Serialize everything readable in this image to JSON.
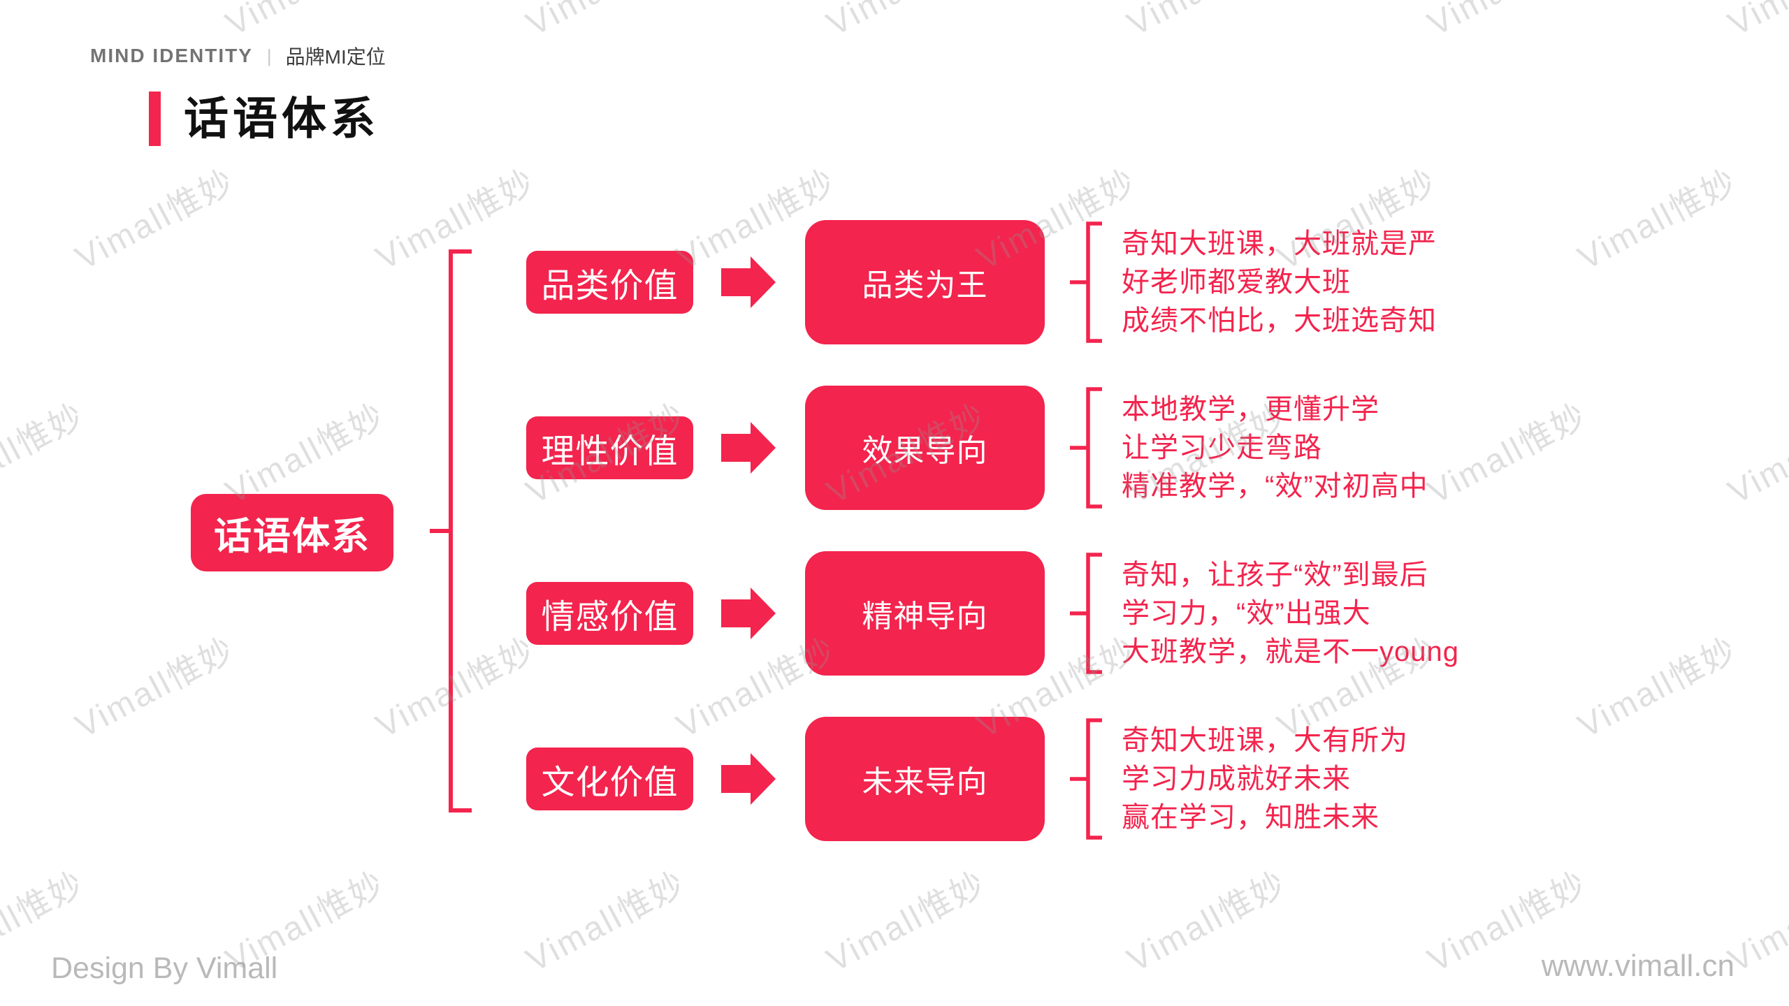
{
  "accent_color": "#F3244D",
  "header": {
    "eyebrow_en": "MIND IDENTITY",
    "divider": "|",
    "eyebrow_cn": "品牌MI定位"
  },
  "title": {
    "text": "话语体系"
  },
  "root": {
    "label": "话语体系"
  },
  "rows": [
    {
      "small_label": "品类价值",
      "big_label": "品类为王",
      "lines": [
        "奇知大班课，大班就是严",
        "好老师都爱教大班",
        "成绩不怕比，大班选奇知"
      ]
    },
    {
      "small_label": "理性价值",
      "big_label": "效果导向",
      "lines": [
        "本地教学，更懂升学",
        "让学习少走弯路",
        "精准教学，“效”对初高中"
      ]
    },
    {
      "small_label": "情感价值",
      "big_label": "精神导向",
      "lines": [
        "奇知，让孩子“效”到最后",
        "学习力，“效”出强大",
        "大班教学，就是不一young"
      ]
    },
    {
      "small_label": "文化价值",
      "big_label": "未来导向",
      "lines": [
        "奇知大班课，大有所为",
        "学习力成就好未来",
        "赢在学习，知胜未来"
      ]
    }
  ],
  "footer": {
    "credit": "Design By Vimall",
    "url": "www.vimall.cn"
  },
  "watermark": {
    "text": "Vimall惟妙"
  }
}
